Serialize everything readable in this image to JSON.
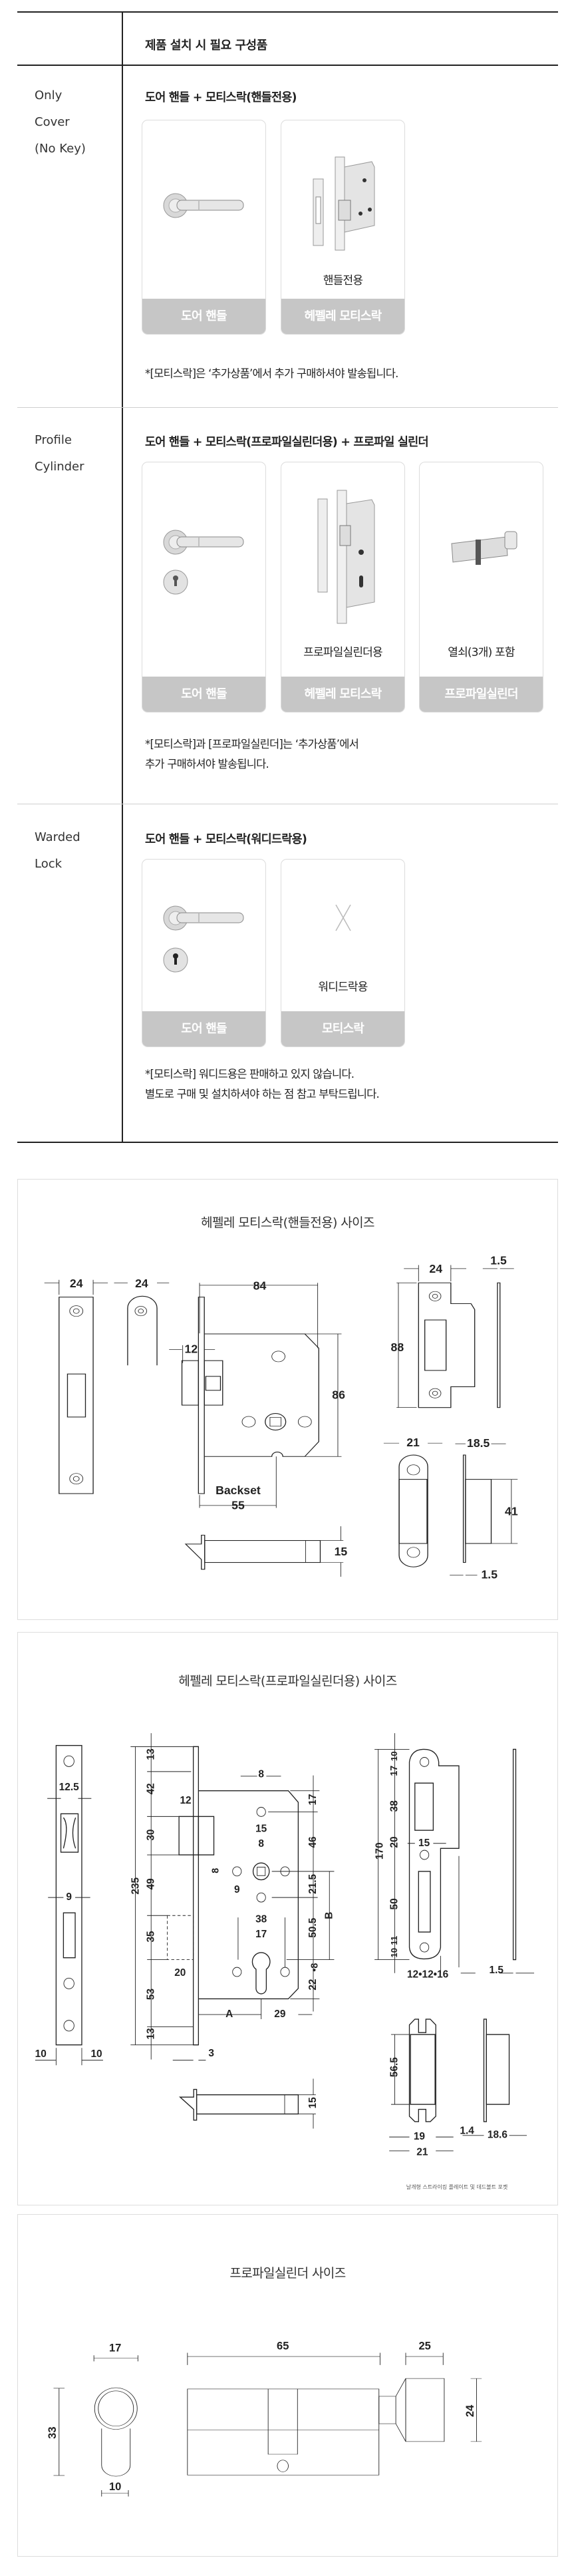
{
  "table": {
    "header": "제품 설치 시 필요 구성품",
    "rows": [
      {
        "label_lines": [
          "Only",
          "Cover",
          "(No Key)"
        ],
        "title": "도어 핸들 + 모티스락(핸들전용)",
        "cards": [
          {
            "image": "door-handle",
            "footer": "도어 핸들"
          },
          {
            "image": "mortise-lock",
            "caption": "핸들전용",
            "footer": "헤펠레 모티스락"
          }
        ],
        "notes": [
          "*[모티스락]은 ‘추가상품’에서 추가 구매하셔야 발송됩니다."
        ]
      },
      {
        "label_lines": [
          "Profile",
          "Cylinder"
        ],
        "title": "도어 핸들 + 모티스락(프로파일실린더용) + 프로파일 실린더",
        "cards": [
          {
            "image": "door-handle-with-cylinder-escutcheon",
            "footer": "도어 핸들"
          },
          {
            "image": "mortise-lock-profile",
            "caption": "프로파일실린더용",
            "footer": "헤펠레 모티스락"
          },
          {
            "image": "profile-cylinder",
            "caption": "열쇠(3개) 포함",
            "footer": "프로파일실린더"
          }
        ],
        "notes": [
          "*[모티스락]과 [프로파일실린더]는 ‘추가상품’에서",
          "추가 구매하셔야 발송됩니다."
        ]
      },
      {
        "label_lines": [
          "Warded",
          "Lock"
        ],
        "title": "도어 핸들 + 모티스락(워디드락용)",
        "cards": [
          {
            "image": "door-handle-with-key-escutcheon",
            "footer": "도어 핸들"
          },
          {
            "image": "not-available-x",
            "caption": "워디드락용",
            "footer": "모티스락"
          }
        ],
        "notes": [
          "*[모티스락] 워디드용은 판매하고 있지 않습니다.",
          "별도로 구매 및 설치하셔야 하는 점 참고 부탁드립니다."
        ]
      }
    ]
  },
  "size_sections": [
    {
      "title": "헤펠레 모티스락(핸들전용) 사이즈",
      "labels": [
        "24",
        "24",
        "84",
        "12",
        "86",
        "Backset",
        "55",
        "15",
        "24",
        "1.5",
        "88",
        "21",
        "18.5",
        "41",
        "1.5"
      ]
    },
    {
      "title": "헤펠레 모티스락(프로파일실린더용) 사이즈",
      "labels": [
        "12.5",
        "9",
        "10",
        "10",
        "235",
        "13",
        "42",
        "30",
        "49",
        "35",
        "53",
        "13",
        "8",
        "12",
        "15",
        "8",
        "8",
        "9",
        "38",
        "17",
        "20",
        "A",
        "29",
        "3",
        "17",
        "46",
        "21.5",
        "50.5",
        "•8",
        "22",
        "B",
        "15",
        "170",
        "10",
        "17",
        "38",
        "20",
        "50",
        "11",
        "10",
        "15",
        "12•12•16",
        "1.5",
        "56.5",
        "19",
        "21",
        "1.4",
        "18.6"
      ],
      "caption": "날개형 스트라이킹 플레이트 및 데드볼트 포켓"
    },
    {
      "title": "프로파일실린더 사이즈",
      "labels": [
        "17",
        "33",
        "10",
        "65",
        "25",
        "24"
      ]
    }
  ]
}
